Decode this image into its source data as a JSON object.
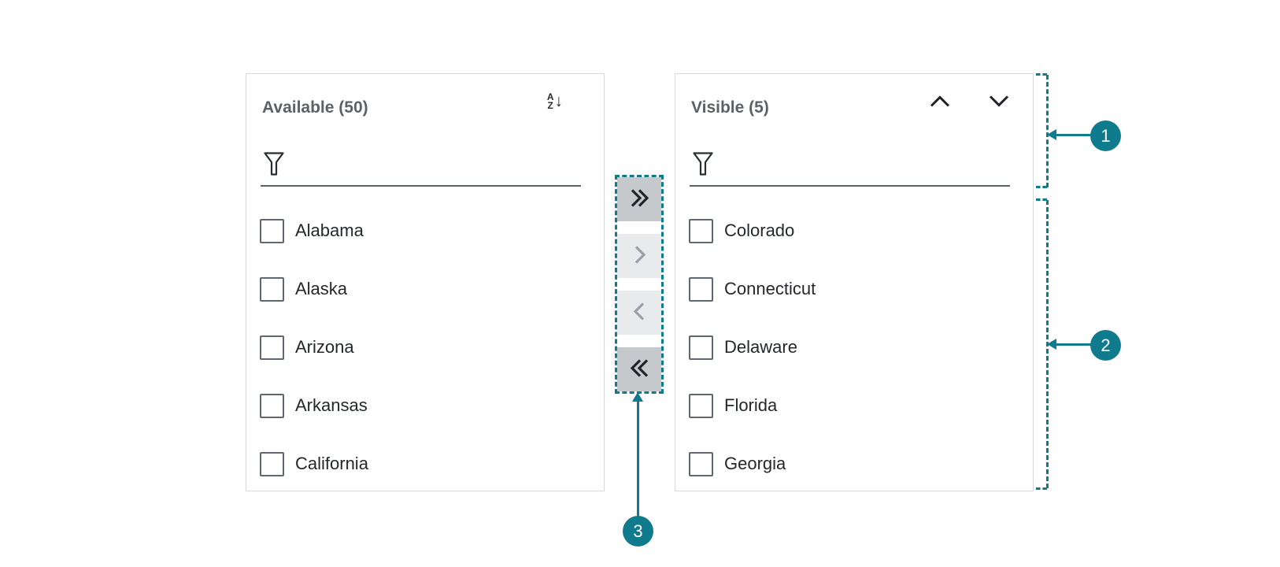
{
  "colors": {
    "accent_teal": "#0f7b8d",
    "panel_border": "#d6d8da",
    "header_text": "#5c6167",
    "item_text": "#24272b",
    "checkbox_border": "#61676e",
    "enabled_button_bg": "#c6c9cc",
    "enabled_button_icon": "#212529",
    "disabled_button_bg": "#e9eaeb",
    "disabled_button_icon": "#9aa0a6"
  },
  "panels": {
    "available": {
      "title": "Available (50)",
      "count": 50,
      "sort_icon": {
        "name": "sort-alphabetical-icon",
        "top_letter": "A",
        "bottom_letter": "Z",
        "arrow": "↓"
      },
      "filter": {
        "value": "",
        "icon": "funnel-filter-icon"
      },
      "items": [
        {
          "label": "Alabama",
          "checked": false
        },
        {
          "label": "Alaska",
          "checked": false
        },
        {
          "label": "Arizona",
          "checked": false
        },
        {
          "label": "Arkansas",
          "checked": false
        },
        {
          "label": "California",
          "checked": false
        }
      ]
    },
    "visible": {
      "title": "Visible (5)",
      "count": 5,
      "reorder_icons": [
        "chevron-up-icon",
        "chevron-down-icon"
      ],
      "filter": {
        "value": "",
        "icon": "funnel-filter-icon"
      },
      "items": [
        {
          "label": "Colorado",
          "checked": false
        },
        {
          "label": "Connecticut",
          "checked": false
        },
        {
          "label": "Delaware",
          "checked": false
        },
        {
          "label": "Florida",
          "checked": false
        },
        {
          "label": "Georgia",
          "checked": false
        }
      ]
    }
  },
  "transfer": {
    "buttons": [
      {
        "label": "Move all right",
        "icon": "double-chevron-right-icon",
        "state": "enabled"
      },
      {
        "label": "Move selected right",
        "icon": "chevron-right-icon",
        "state": "disabled"
      },
      {
        "label": "Move selected left",
        "icon": "chevron-left-icon",
        "state": "disabled"
      },
      {
        "label": "Move all left",
        "icon": "double-chevron-left-icon",
        "state": "enabled"
      }
    ]
  },
  "annotations": {
    "callouts": [
      {
        "number": "1"
      },
      {
        "number": "2"
      },
      {
        "number": "3"
      }
    ]
  }
}
